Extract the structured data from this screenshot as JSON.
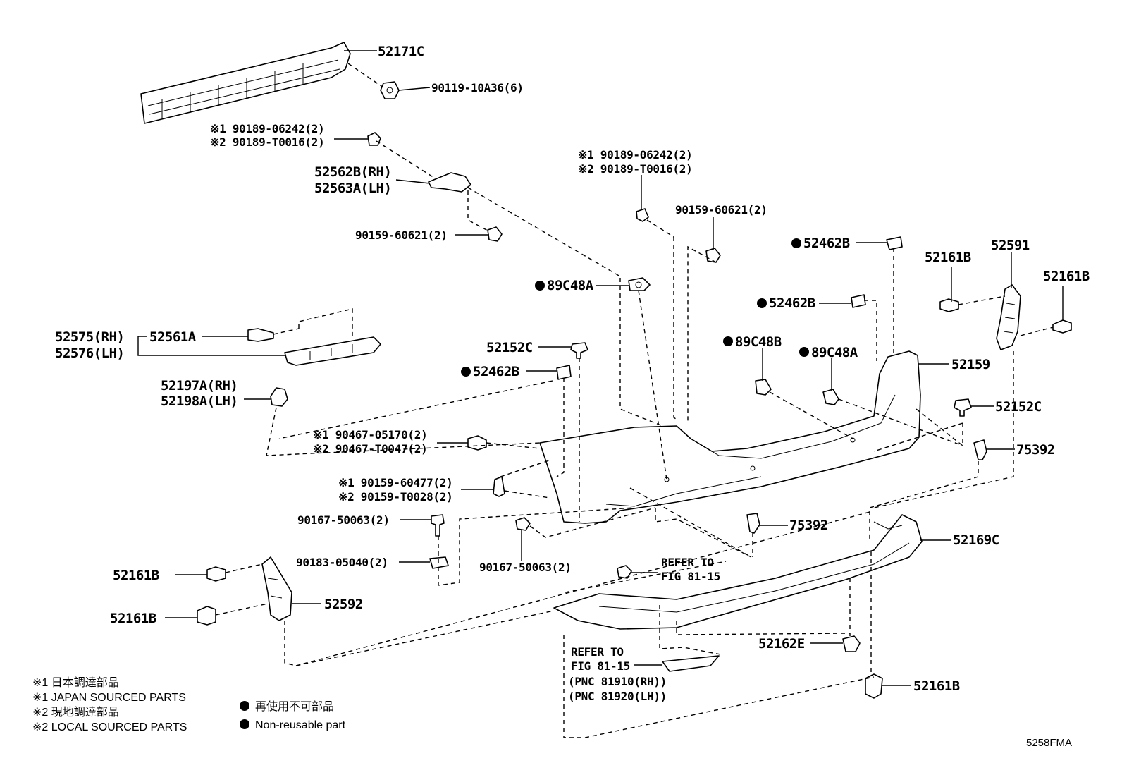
{
  "labels": {
    "p52171C": "52171C",
    "p90119": "90119-10A36(6)",
    "p90189a_1": "※1 90189-06242(2)",
    "p90189a_2": "※2 90189-T0016(2)",
    "p52562B": "52562B(RH)",
    "p52563A": "52563A(LH)",
    "p90159a": "90159-60621(2)",
    "p90189b_1": "※1 90189-06242(2)",
    "p90189b_2": "※2 90189-T0016(2)",
    "p90159b": "90159-60621(2)",
    "p52462B_1": "52462B",
    "p89C48A_1": "89C48A",
    "p52161B_1": "52161B",
    "p52591": "52591",
    "p52161B_2": "52161B",
    "p52462B_2": "52462B",
    "p52575": "52575(RH)",
    "p52576": "52576(LH)",
    "p52561A": "52561A",
    "p89C48B": "89C48B",
    "p89C48A_2": "89C48A",
    "p52152C_1": "52152C",
    "p52159": "52159",
    "p52462B_3": "52462B",
    "p52197A": "52197A(RH)",
    "p52198A": "52198A(LH)",
    "p52152C_2": "52152C",
    "p90467_1": "※1 90467-05170(2)",
    "p90467_2": "※2 90467-T0047(2)",
    "p75392_1": "75392",
    "p90159c_1": "※1 90159-60477(2)",
    "p90159c_2": "※2 90159-T0028(2)",
    "p90167a": "90167-50063(2)",
    "p75392_2": "75392",
    "p52169C": "52169C",
    "p90183": "90183-05040(2)",
    "p90167b": "90167-50063(2)",
    "refer1_a": "REFER TO",
    "refer1_b": "FIG 81-15",
    "p52161B_3": "52161B",
    "p52592": "52592",
    "p52161B_4": "52161B",
    "p52162E": "52162E",
    "refer2_a": "REFER TO",
    "refer2_b": "FIG 81-15",
    "refer2_c": "(PNC 81910(RH))",
    "refer2_d": "(PNC 81920(LH))",
    "p52161B_5": "52161B"
  },
  "legend": {
    "l1": "※1 日本調達部品",
    "l2": "※1 JAPAN SOURCED PARTS",
    "l3": "※2 現地調達部品",
    "l4": "※2 LOCAL SOURCED PARTS",
    "n1": "再使用不可部品",
    "n2": "Non-reusable part"
  },
  "figure_code": "5258FMA"
}
